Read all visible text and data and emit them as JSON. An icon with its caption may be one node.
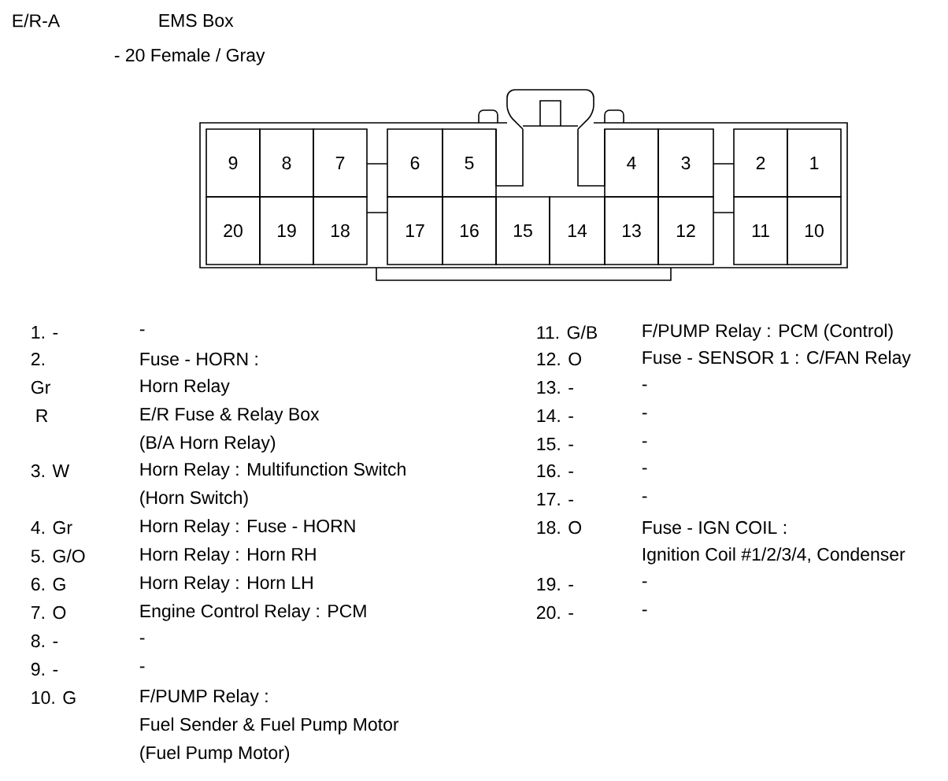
{
  "diagram": {
    "nodes": [
      {
        "text": [
          "9"
        ]
      },
      {
        "text": [
          "8"
        ]
      },
      {
        "text": [
          "7"
        ]
      },
      {
        "text": [
          "6"
        ]
      },
      {
        "text": [
          "5"
        ]
      },
      {
        "text": [
          "4"
        ]
      },
      {
        "text": [
          "3"
        ]
      },
      {
        "text": [
          "2"
        ]
      },
      {
        "text": [
          "1"
        ]
      },
      {
        "text": [
          "20"
        ]
      },
      {
        "text": [
          "19"
        ]
      },
      {
        "text": [
          "18"
        ]
      },
      {
        "text": [
          "17"
        ]
      },
      {
        "text": [
          "16"
        ]
      },
      {
        "text": [
          "15"
        ]
      },
      {
        "text": [
          "14"
        ]
      },
      {
        "text": [
          "13"
        ]
      },
      {
        "text": [
          "12"
        ]
      },
      {
        "text": [
          "11"
        ]
      },
      {
        "text": [
          "10"
        ]
      }
    ],
    "labels": [
      "E/R-A",
      "EMS Box",
      "- 20 Female / Gray",
      "1. -",
      "-",
      "2.",
      "Fuse - HORN :",
      "Gr",
      "Horn Relay",
      "R",
      "E/R Fuse & Relay Box",
      "(B/A Horn Relay)",
      "3. W",
      "Horn Relay : Multifunction Switch",
      "(Horn Switch)",
      "4. Gr",
      "Horn Relay : Fuse - HORN",
      "5. G/O",
      "Horn Relay : Horn RH",
      "6. G",
      "Horn Relay : Horn LH",
      "7. O",
      "Engine Control Relay : PCM",
      "8. -",
      "-",
      "9. -",
      "-",
      "10. G",
      "F/PUMP Relay :",
      "Fuel Sender & Fuel Pump Motor",
      "(Fuel Pump Motor)",
      "11. G/B",
      "F/PUMP Relay : PCM (Control)",
      "12. O",
      "Fuse - SENSOR 1 : C/FAN Relay",
      "13. -",
      "-",
      "14. -",
      "-",
      "15. -",
      "-",
      "16. -",
      "-",
      "17. -",
      "-",
      "18. O",
      "Fuse - IGN COIL :",
      "Ignition Coil #1/2/3/4, Condenser",
      "19. -",
      "-",
      "20. -",
      "-"
    ]
  }
}
